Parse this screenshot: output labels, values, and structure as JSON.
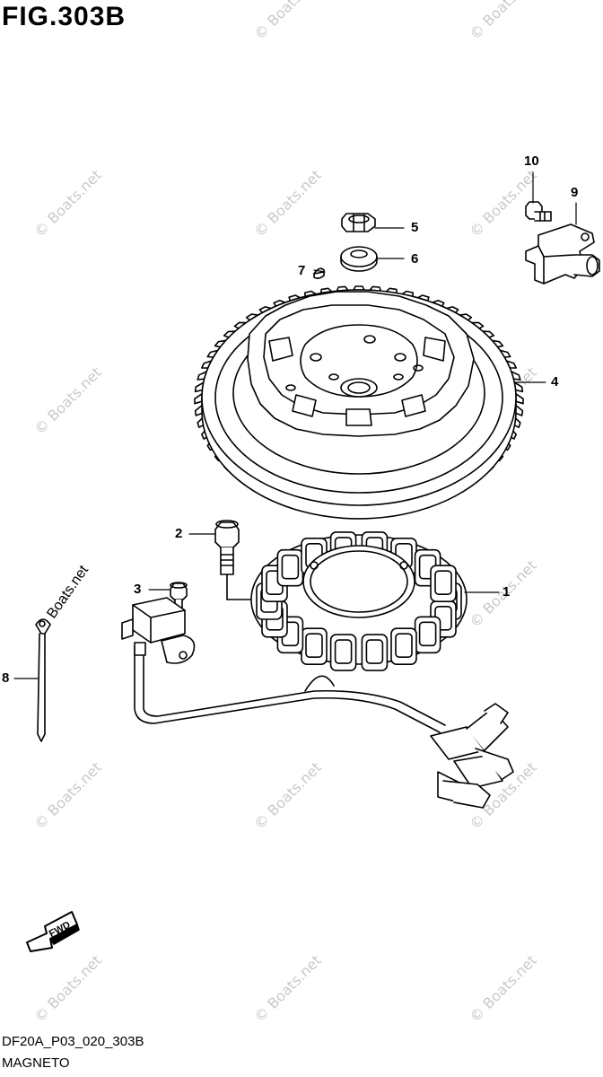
{
  "figure": {
    "title": "FIG.303B",
    "code": "DF20A_P03_020_303B",
    "name": "MAGNETO"
  },
  "callouts": [
    "1",
    "2",
    "3",
    "4",
    "5",
    "6",
    "7",
    "8",
    "9",
    "10"
  ],
  "watermark": "© Boats.net",
  "side_label": "Boats.net",
  "fwd_label": "FWD",
  "colors": {
    "line": "#000000",
    "watermark": "#c9c9c9",
    "background": "#ffffff"
  }
}
